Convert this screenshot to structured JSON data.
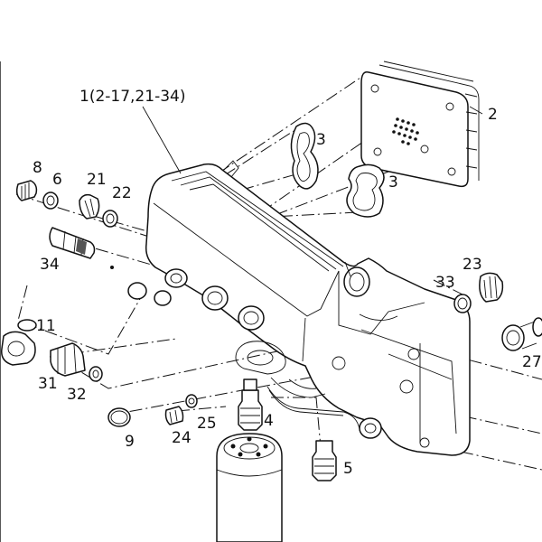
{
  "callouts": {
    "p1": "1(2-17,21-34)",
    "p2": "2",
    "p3a": "3",
    "p3b": "3",
    "p4": "4",
    "p5": "5",
    "p6": "6",
    "p8": "8",
    "p9": "9",
    "p11": "11",
    "p21": "21",
    "p22": "22",
    "p23": "23",
    "p24": "24",
    "p25": "25",
    "p27": "27",
    "p31": "31",
    "p32": "32",
    "p33": "33",
    "p34": "34"
  }
}
